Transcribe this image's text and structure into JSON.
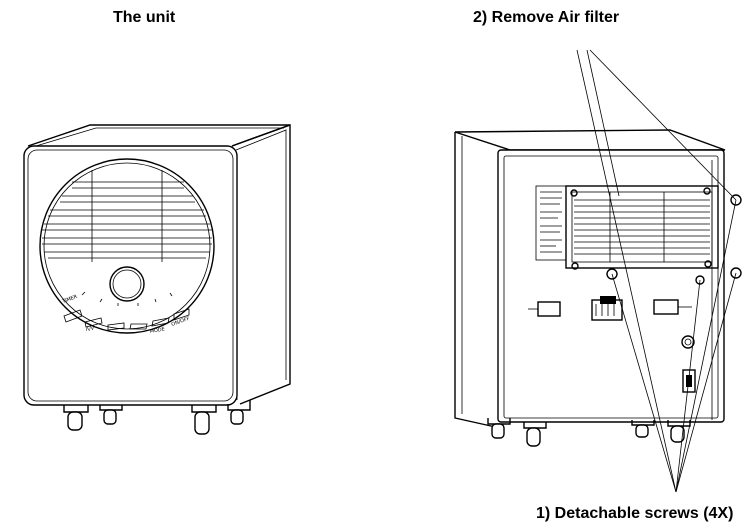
{
  "labels": {
    "unit": "The unit",
    "remove_filter": "2) Remove Air filter",
    "screws": "1) Detachable screws (4X)"
  },
  "front_panel_labels": [
    "TIMER",
    "ᐱ/ᐯ",
    "MODE",
    "ON/OFF"
  ],
  "colors": {
    "line": "#000000",
    "background": "#ffffff"
  }
}
